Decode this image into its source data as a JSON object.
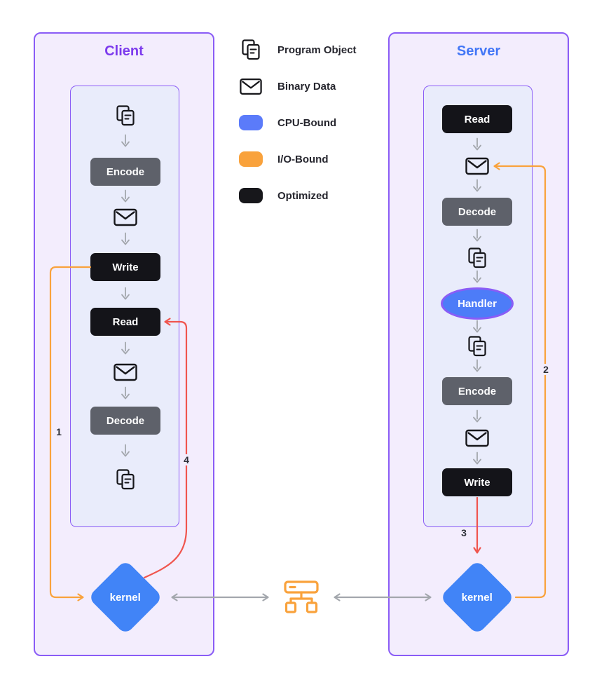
{
  "legend": {
    "items": [
      {
        "label": "Program Object",
        "icon": "program-object-icon"
      },
      {
        "label": "Binary Data",
        "icon": "binary-data-icon"
      },
      {
        "label": "CPU-Bound",
        "swatch": "#5b7bfa"
      },
      {
        "label": "I/O-Bound",
        "swatch": "#f9a23c"
      },
      {
        "label": "Optimized",
        "swatch": "#17171b"
      }
    ]
  },
  "client": {
    "title": "Client",
    "kernel_label": "kernel",
    "flow": [
      {
        "node": "program-object-icon"
      },
      {
        "node": "box",
        "label": "Encode",
        "style": "gray"
      },
      {
        "node": "binary-data-icon"
      },
      {
        "node": "box",
        "label": "Write",
        "style": "optimized-black"
      },
      {
        "node": "box",
        "label": "Read",
        "style": "optimized-black"
      },
      {
        "node": "binary-data-icon"
      },
      {
        "node": "box",
        "label": "Decode",
        "style": "gray"
      },
      {
        "node": "program-object-icon"
      }
    ]
  },
  "server": {
    "title": "Server",
    "kernel_label": "kernel",
    "flow": [
      {
        "node": "box",
        "label": "Read",
        "style": "optimized-black"
      },
      {
        "node": "binary-data-icon"
      },
      {
        "node": "box",
        "label": "Decode",
        "style": "gray"
      },
      {
        "node": "program-object-icon"
      },
      {
        "node": "ellipse",
        "label": "Handler",
        "style": "cpu-bound"
      },
      {
        "node": "program-object-icon"
      },
      {
        "node": "box",
        "label": "Encode",
        "style": "gray"
      },
      {
        "node": "binary-data-icon"
      },
      {
        "node": "box",
        "label": "Write",
        "style": "optimized-black"
      }
    ]
  },
  "annotations": {
    "n1": "1",
    "n2": "2",
    "n3": "3",
    "n4": "4"
  },
  "icons": {
    "network": "network-hub-icon",
    "flow_arrow": "down-arrow-icon",
    "program_object": "program-object-icon",
    "binary_data": "binary-data-icon"
  },
  "colors": {
    "panel_border": "#8a5cf6",
    "panel_bg": "#f3edfd",
    "flow_panel_bg": "#e9ecfb",
    "client_title": "#7c3aed",
    "server_title": "#4377f6",
    "cpu_bound_blue": "#5b7bfa",
    "io_bound_orange": "#f9a23c",
    "optimized_black": "#17171b",
    "encode_decode_gray": "#5e616a",
    "kernel_blue": "#4184f7",
    "flow_arrow_gray": "#a3a7ad",
    "response_arrow_red": "#f0554e"
  }
}
